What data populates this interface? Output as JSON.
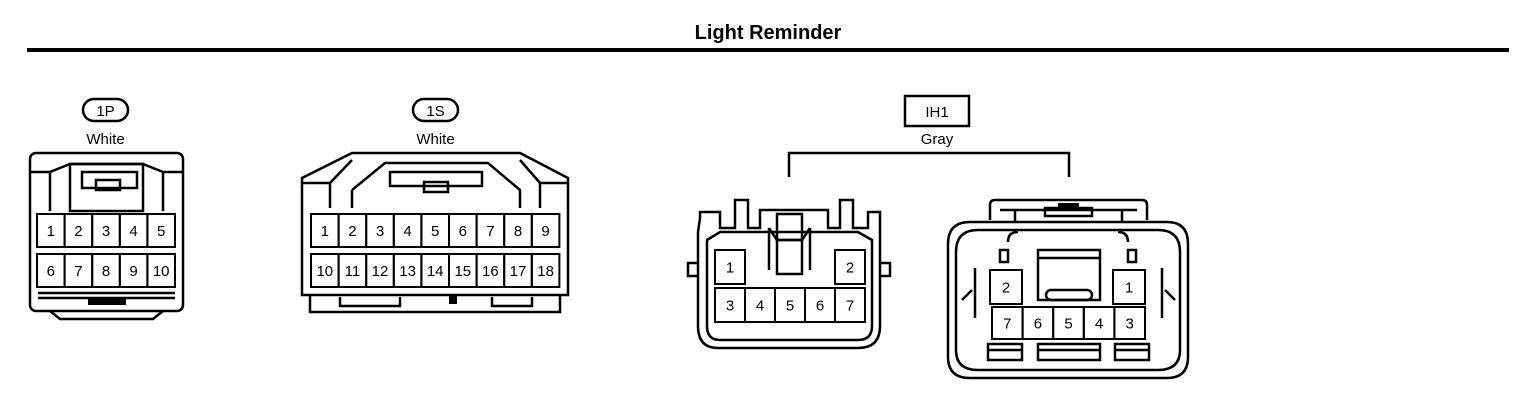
{
  "title": "Light Reminder",
  "connectors": [
    {
      "id": "1P",
      "color": "White",
      "pins_top": [
        "1",
        "2",
        "3",
        "4",
        "5"
      ],
      "pins_bottom": [
        "6",
        "7",
        "8",
        "9",
        "10"
      ]
    },
    {
      "id": "1S",
      "color": "White",
      "pins_top": [
        "1",
        "2",
        "3",
        "4",
        "5",
        "6",
        "7",
        "8",
        "9"
      ],
      "pins_bottom": [
        "10",
        "11",
        "12",
        "13",
        "14",
        "15",
        "16",
        "17",
        "18"
      ]
    },
    {
      "id": "IH1",
      "color": "Gray",
      "male": {
        "pins_top": [
          "1",
          "2"
        ],
        "pins_bottom": [
          "3",
          "4",
          "5",
          "6",
          "7"
        ]
      },
      "female": {
        "pins_top": [
          "2",
          "1"
        ],
        "pins_bottom": [
          "7",
          "6",
          "5",
          "4",
          "3"
        ]
      }
    }
  ]
}
